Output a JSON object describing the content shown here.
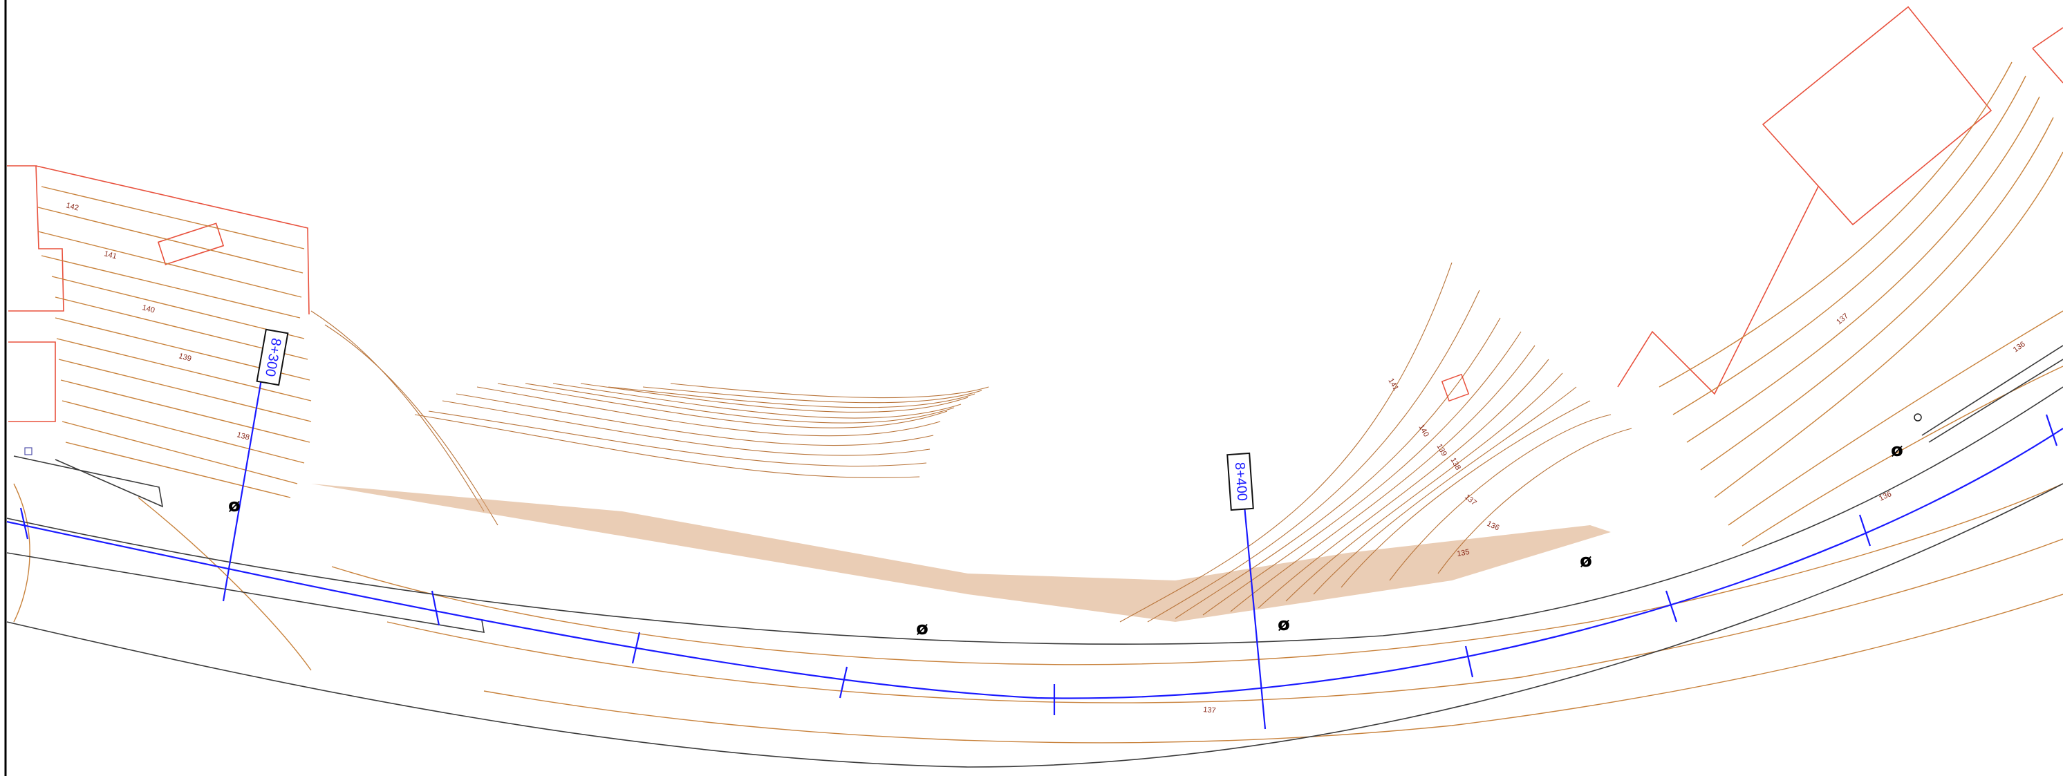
{
  "stations": [
    {
      "label": "8+300"
    },
    {
      "label": "8+400"
    }
  ],
  "elevation_labels": [
    "142",
    "141",
    "140",
    "139",
    "138",
    "141",
    "140",
    "139",
    "138",
    "137",
    "136",
    "135",
    "137",
    "136",
    "137",
    "136"
  ],
  "utility_pole_symbol": "ø",
  "colors": {
    "contour": "#c8823c",
    "building": "#e8503c",
    "road": "#3a3a3a",
    "alignment": "#1a1aff"
  }
}
